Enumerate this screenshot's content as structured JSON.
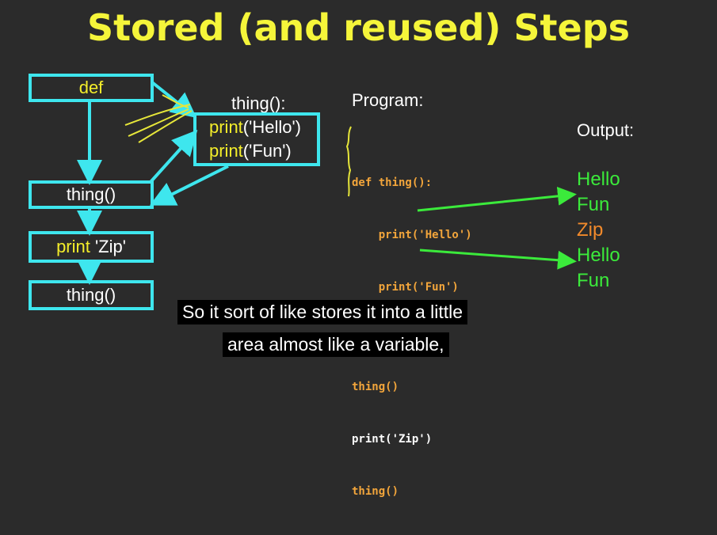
{
  "slide": {
    "title": "Stored (and reused) Steps",
    "flow": {
      "def_box": "def",
      "call1_box": "thing()",
      "print_box_kw": "print",
      "print_box_arg": " 'Zip'",
      "call2_box": "thing()",
      "func_label": "thing():",
      "func_body_kw1": "print",
      "func_body_arg1": "('Hello')",
      "func_body_kw2": "print",
      "func_body_arg2": "('Fun')"
    },
    "program": {
      "label": "Program:",
      "lines": [
        "def thing():",
        "    print('Hello')",
        "    print('Fun')",
        "",
        "thing()",
        "print('Zip')",
        "thing()"
      ]
    },
    "output": {
      "label": "Output:",
      "lines": [
        "Hello",
        "Fun",
        "Zip",
        "Hello",
        "Fun"
      ]
    },
    "colors": {
      "title": "#f5f53a",
      "box_border": "#3ee6ee",
      "code": "#f2a53b",
      "output_green": "#3bea3b",
      "output_orange": "#f28a2b"
    }
  },
  "captions": {
    "line1": "So it sort of like stores it into a little",
    "line2": "area almost like a variable,"
  }
}
